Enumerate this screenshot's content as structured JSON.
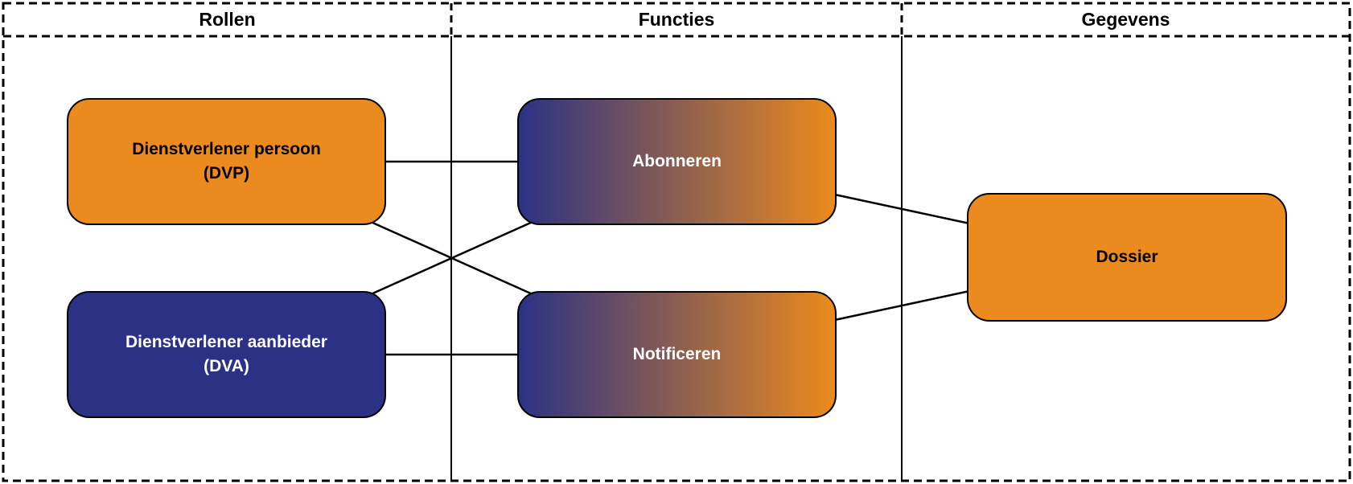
{
  "headers": {
    "rollen": "Rollen",
    "functies": "Functies",
    "gegevens": "Gegevens"
  },
  "nodes": {
    "dvp": {
      "line1": "Dienstverlener persoon",
      "line2": "(DVP)",
      "column": "Rollen",
      "fill": "orange",
      "text_color": "black"
    },
    "dva": {
      "line1": "Dienstverlener aanbieder",
      "line2": "(DVA)",
      "column": "Rollen",
      "fill": "blue",
      "text_color": "white"
    },
    "abonneren": {
      "label": "Abonneren",
      "column": "Functies",
      "fill": "blue-to-orange-gradient",
      "text_color": "white"
    },
    "notificeren": {
      "label": "Notificeren",
      "column": "Functies",
      "fill": "blue-to-orange-gradient",
      "text_color": "white"
    },
    "dossier": {
      "label": "Dossier",
      "column": "Gegevens",
      "fill": "orange",
      "text_color": "black"
    }
  },
  "edges": [
    {
      "from": "dvp",
      "to": "abonneren"
    },
    {
      "from": "dvp",
      "to": "notificeren"
    },
    {
      "from": "dva",
      "to": "abonneren"
    },
    {
      "from": "dva",
      "to": "notificeren"
    },
    {
      "from": "abonneren",
      "to": "dossier"
    },
    {
      "from": "notificeren",
      "to": "dossier"
    }
  ],
  "colors": {
    "orange": "#EB8A1E",
    "blue": "#2B3285",
    "line": "#000000",
    "background": "#FFFFFF"
  }
}
